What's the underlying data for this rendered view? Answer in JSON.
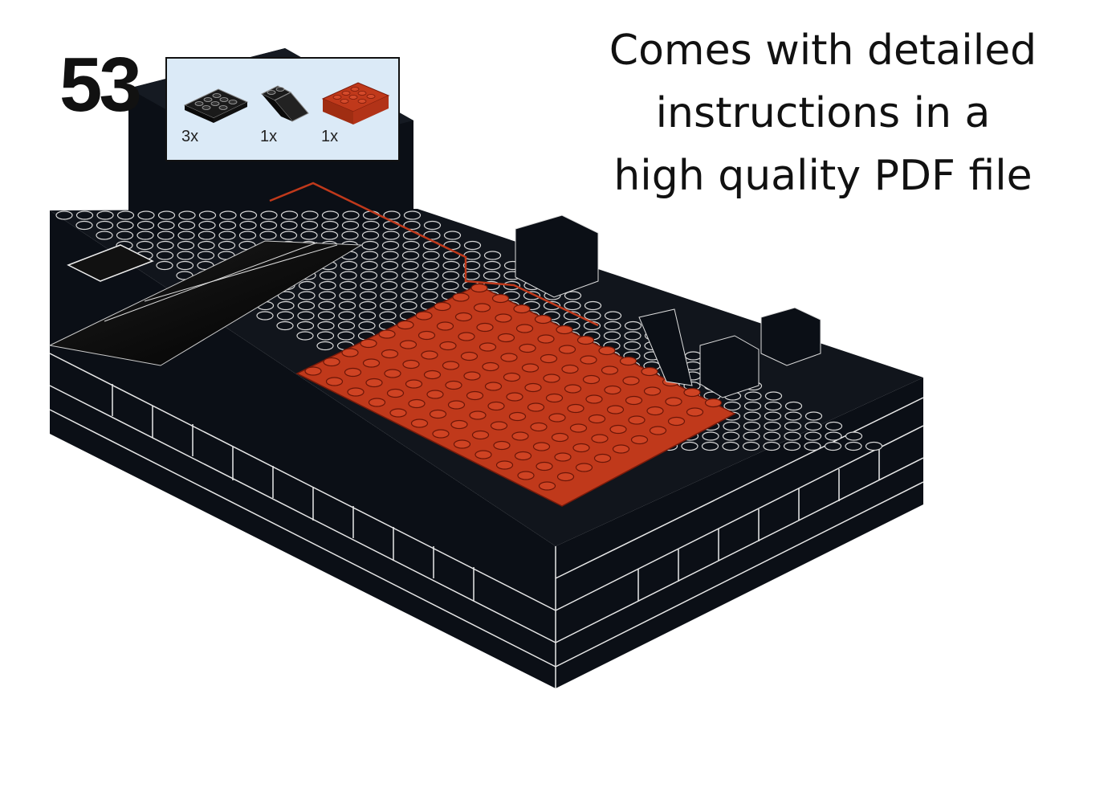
{
  "step": {
    "number": "53"
  },
  "parts": [
    {
      "name": "black 2x4 plate",
      "icon": "black-plate-icon",
      "qty": "3x",
      "color": "#1a1a1a"
    },
    {
      "name": "black slope",
      "icon": "black-slope-icon",
      "qty": "1x",
      "color": "#1a1a1a"
    },
    {
      "name": "red 2x4 brick",
      "icon": "red-brick-icon",
      "qty": "1x",
      "color": "#c0391b"
    }
  ],
  "caption": {
    "lines": [
      "Comes with detailed",
      "instructions in a",
      "high quality PDF file"
    ]
  },
  "colors": {
    "brick_black": "#0b0f16",
    "brick_edge": "#e8e8e8",
    "highlight_red": "#c0391b",
    "parts_box_bg": "#dbeaf7"
  }
}
